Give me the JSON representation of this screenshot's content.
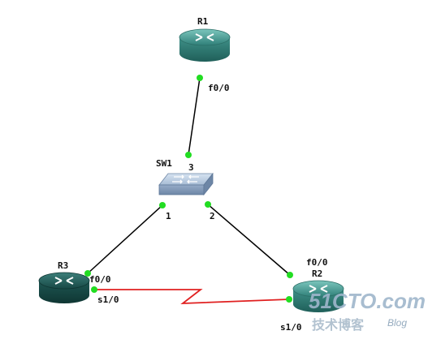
{
  "devices": {
    "r1": {
      "label": "R1"
    },
    "r2": {
      "label": "R2"
    },
    "r3": {
      "label": "R3"
    },
    "sw1": {
      "label": "SW1"
    }
  },
  "ports": {
    "r1_f00": "f0/0",
    "sw_3": "3",
    "sw_1": "1",
    "sw_2": "2",
    "r3_f00": "f0/0",
    "r3_s10": "s1/0",
    "r2_f00": "f0/0",
    "r2_s10": "s1/0"
  },
  "watermark": {
    "site": "51CTO.com",
    "subtitle": "技术博客",
    "blog": "Blog"
  },
  "colors": {
    "ethernet_link": "#000000",
    "serial_link": "#e02020",
    "port_dot": "#22dd22",
    "router_teal": "#4fa39a",
    "router_dark": "#1f5e5a",
    "switch_body": "#a9bfd8"
  }
}
